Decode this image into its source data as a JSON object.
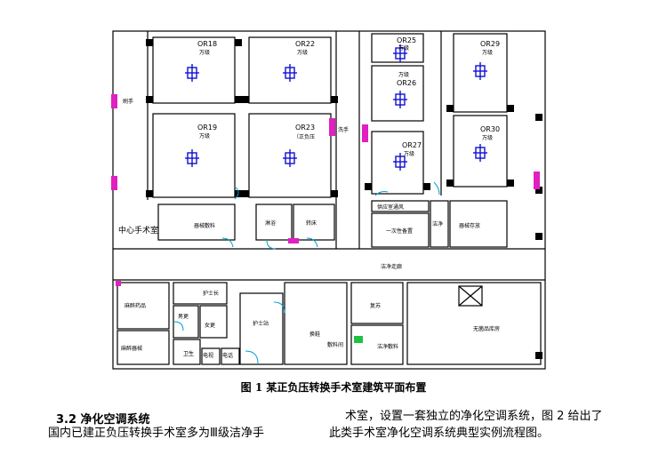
{
  "plan": {
    "rooms_or": [
      {
        "code": "OR18",
        "type": "万级"
      },
      {
        "code": "OR22",
        "type": "万级"
      },
      {
        "code": "OR19",
        "type": "万级"
      },
      {
        "code": "OR23",
        "type": "（正负压"
      },
      {
        "code": "OR25",
        "type": "万级"
      },
      {
        "code": "OR26",
        "type": "万级"
      },
      {
        "code": "OR27",
        "type": "万级"
      },
      {
        "code": "OR29",
        "type": "万级"
      },
      {
        "code": "OR30",
        "type": "万级"
      }
    ],
    "labels": {
      "center_room": "中心手术室",
      "corridor": "洁净走廊",
      "supply_corridor": "供应室通风",
      "secondary_change": "一次性备置",
      "sterile_store": "器械敷料",
      "nurse_station": "护士长",
      "equipment": "器械存放",
      "drug": "麻醉药品",
      "nurse_office": "护士站",
      "staff_male": "男更",
      "staff_female": "女更",
      "shower": "淋浴",
      "toilet": "卫生",
      "transfer": "转床",
      "anesthesia": "麻醉器械",
      "recovery": "复苏",
      "lobby": "换鞋",
      "cleaning": "洁净",
      "dressing": "敷料间",
      "clean_store": "洁净敷料",
      "other": "无菌品库房",
      "tv": "电视",
      "phone": "电话",
      "handwash": "刷手",
      "handwash_small": "洗手"
    }
  },
  "caption": "图 1 某正负压转换手术室建筑平面布置",
  "section": {
    "title": "3.2 净化空调系统",
    "left_text": "国内已建正负压转换手术室多为Ⅲ级洁净手",
    "right_line1": "术室，设置一套独立的净化空调系统，图 2 给出了",
    "right_line2": "此类手术室净化空调系统典型实例流程图。"
  }
}
